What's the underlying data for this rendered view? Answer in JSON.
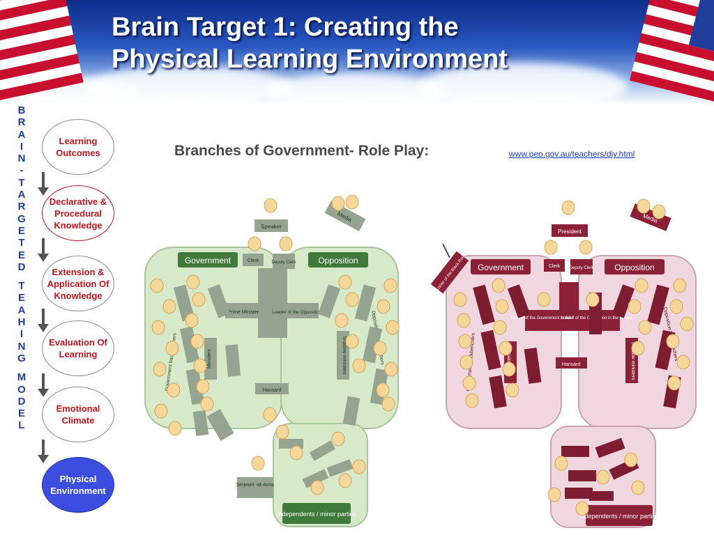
{
  "title_line1": "Brain Target 1: Creating  the",
  "title_line2": "Physical Learning Environment",
  "vertical_letters": [
    "B",
    "R",
    "A",
    "I",
    "N",
    "-",
    "T",
    "A",
    "R",
    "G",
    "E",
    "T",
    "E",
    "D",
    "",
    "T",
    "E",
    "A",
    "H",
    "I",
    "N",
    "G",
    "",
    "M",
    "O",
    "D",
    "E",
    "L"
  ],
  "steps": [
    {
      "label": "Learning Outcomes",
      "state": "normal"
    },
    {
      "label": "Declarative & Procedural Knowledge",
      "state": "red"
    },
    {
      "label": "Extension & Application Of Knowledge",
      "state": "normal"
    },
    {
      "label": "Evaluation Of Learning",
      "state": "normal"
    },
    {
      "label": "Emotional Climate",
      "state": "normal"
    },
    {
      "label": "Physical Environment",
      "state": "active"
    }
  ],
  "heading": "Branches of Government- Role Play:",
  "link_text": "www.peo.gov.au/teachers/diy.html",
  "house_of_representatives": {
    "government": "Government",
    "opposition": "Opposition",
    "speaker": "Speaker",
    "media": "Media",
    "clerk": "Clerk",
    "deputy_clerk": "Deputy Clerk",
    "prime_minister": "Prime Minister",
    "leader_opposition": "Leader of the Opposition",
    "government_backbenchers": "Government backbenchers",
    "ministers": "Ministers",
    "shadow_ministers": "Shadow ministers",
    "opposition_backbenchers": "Opposition backbenchers",
    "hansard": "Hansard",
    "serjeant": "Serjeant -at-Arms",
    "independents": "Independents / minor parties"
  },
  "senate": {
    "government": "Government",
    "opposition": "Opposition",
    "president": "President",
    "media": "Media",
    "clerk": "Clerk",
    "deputy_clerk": "Deputy Clerk",
    "usher": "Usher of the Black Rod",
    "leader_government": "Leader of the Government in the Senate",
    "leader_opposition": "Leader of the Opposition in the Senate",
    "government_backbenchers": "Government backbenchers",
    "ministers": "Ministers",
    "shadow_ministers": "Shadow ministers",
    "opposition_backbenchers": "Opposition backbenchers",
    "hansard": "Hansard",
    "independents": "Independents / minor parties"
  },
  "colors": {
    "house_panel": "#d6e9c9",
    "house_label": "#3f7a3a",
    "house_desk": "#95a391",
    "senate_panel": "#f0d6de",
    "senate_label": "#8a2136",
    "senate_desk": "#7e1d32",
    "face": "#f6d79a",
    "step_text": "#c0141c",
    "step_active": "#3b4ee0",
    "vertical_text": "#1f3f9a"
  }
}
